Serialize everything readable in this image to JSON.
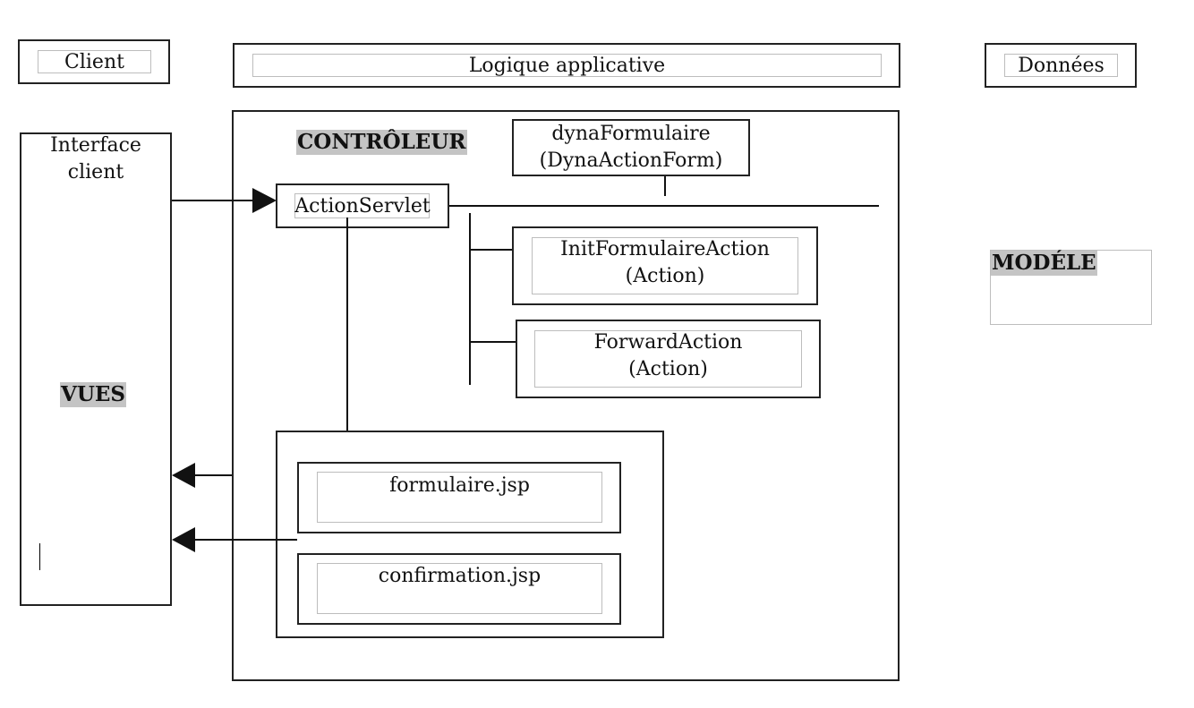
{
  "columns": {
    "client": "Client",
    "logic": "Logique applicative",
    "data": "Données"
  },
  "views": {
    "title_line1": "Interface",
    "title_line2": "client",
    "label": "VUES"
  },
  "controller": {
    "label": "CONTRÔLEUR",
    "servlet": "ActionServlet",
    "form_line1": "dynaFormulaire",
    "form_line2": "(DynaActionForm)",
    "actions": [
      {
        "line1": "InitFormulaireAction",
        "line2": "(Action)"
      },
      {
        "line1": "ForwardAction",
        "line2": "(Action)"
      }
    ],
    "pages": [
      "formulaire.jsp",
      "confirmation.jsp"
    ]
  },
  "model": {
    "label": "MODÉLE"
  }
}
